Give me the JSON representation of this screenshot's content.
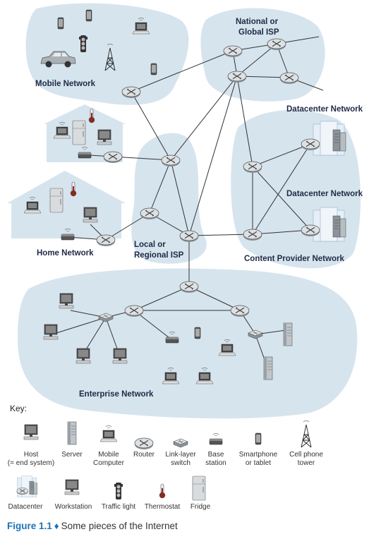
{
  "regions": {
    "mobile": "Mobile Network",
    "global_isp_1": "National or",
    "global_isp_2": "Global ISP",
    "home": "Home Network",
    "local_isp_1": "Local or",
    "local_isp_2": "Regional ISP",
    "datacenter_1": "Datacenter Network",
    "datacenter_2": "Datacenter Network",
    "content_provider": "Content Provider Network",
    "enterprise": "Enterprise Network"
  },
  "key": {
    "title": "Key:",
    "host_1": "Host",
    "host_2": "(= end system)",
    "server": "Server",
    "mobile_1": "Mobile",
    "mobile_2": "Computer",
    "router": "Router",
    "switch_1": "Link-layer",
    "switch_2": "switch",
    "base_1": "Base",
    "base_2": "station",
    "phone_1": "Smartphone",
    "phone_2": "or tablet",
    "tower_1": "Cell phone",
    "tower_2": "tower",
    "datacenter": "Datacenter",
    "workstation": "Workstation",
    "traffic": "Traffic light",
    "thermostat": "Thermostat",
    "fridge": "Fridge"
  },
  "caption": {
    "figure": "Figure 1.1",
    "bullet": "♦",
    "text": "Some pieces of the Internet"
  },
  "colors": {
    "cloud": "#d6e4ee",
    "router": "#d9dde0",
    "line": "#333333",
    "caption_blue": "#1e73b8"
  }
}
